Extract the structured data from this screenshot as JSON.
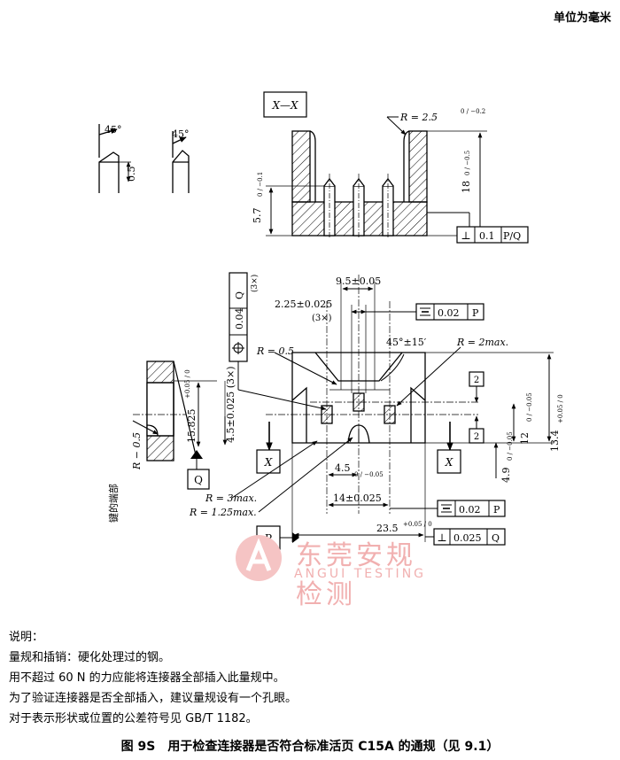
{
  "unit_label": "单位为毫米",
  "labels": {
    "angle_45": "45°",
    "dim_05": "0.5",
    "section_view": "X—X",
    "r_25": "R = 2.5",
    "r_25_tol": "0 / −0.2",
    "dim_18": "18",
    "dim_18_tol": "0 / −0.5",
    "dim_57": "5.7",
    "dim_57_tol": "0 / −0.1",
    "perp_val": "0.1",
    "perp_ref": "P/Q",
    "dim_95": "9.5±0.05",
    "dim_225": "2.25±0.025",
    "times3": "(3×)",
    "sym_val": "0.02",
    "sym_ref": "P",
    "pos_val": "0.04",
    "pos_ref": "Q",
    "pos_3x": "(3×)",
    "r_05": "R = 0.5",
    "angle_4515": "45°±15′",
    "r_2max": "R = 2max.",
    "box_2": "2",
    "dim_45_025": "4.5±0.025 (3×)",
    "dim_15825": "15.825",
    "dim_15825_tol": "+0.05 / 0",
    "dim_12": "12",
    "dim_12_tol": "0 / −0.05",
    "dim_134": "13.4",
    "dim_134_tol": "+0.05 / 0",
    "r_05_left": "R − 0.5",
    "x_mark": "X",
    "q_mark": "Q",
    "p_mark": "P",
    "key_end": "键的端部",
    "dim_45": "4.5",
    "dim_45_tol": "0 / −0.05",
    "dim_49": "4.9",
    "dim_49_tol": "0 / −0.05",
    "r_3max": "R = 3max.",
    "r_125max": "R = 1.25max.",
    "dim_14": "14±0.025",
    "dim_235": "23.5",
    "dim_235_tol": "+0.05 / 0",
    "perp2_val": "0.025",
    "perp2_ref": "Q"
  },
  "watermark": {
    "cn": "东莞安规检测",
    "en": "ANGUI TESTING"
  },
  "notes": {
    "heading": "说明：",
    "line1": "量规和插销：硬化处理过的钢。",
    "line2": "用不超过 60 N 的力应能将连接器全部插入此量规中。",
    "line3": "为了验证连接器是否全部插入，建议量规设有一个孔眼。",
    "line4": "对于表示形状或位置的公差符号见 GB/T 1182。"
  },
  "caption": "图 9S　用于检查连接器是否符合标准活页 C15A 的通规（见 9.1）"
}
